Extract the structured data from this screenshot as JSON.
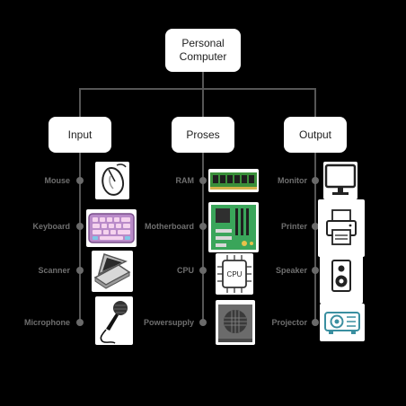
{
  "root": {
    "line1": "Personal",
    "line2": "Computer"
  },
  "categories": [
    {
      "label": "Input",
      "items": [
        {
          "label": "Mouse",
          "icon": "mouse-icon"
        },
        {
          "label": "Keyboard",
          "icon": "keyboard-icon"
        },
        {
          "label": "Scanner",
          "icon": "scanner-icon"
        },
        {
          "label": "Microphone",
          "icon": "microphone-icon"
        }
      ]
    },
    {
      "label": "Proses",
      "items": [
        {
          "label": "RAM",
          "icon": "ram-icon"
        },
        {
          "label": "Motherboard",
          "icon": "motherboard-icon"
        },
        {
          "label": "CPU",
          "icon": "cpu-icon",
          "chip_text": "CPU"
        },
        {
          "label": "Powersupply",
          "icon": "power-supply-icon"
        }
      ]
    },
    {
      "label": "Output",
      "items": [
        {
          "label": "Monitor",
          "icon": "monitor-icon"
        },
        {
          "label": "Printer",
          "icon": "printer-icon"
        },
        {
          "label": "Speaker",
          "icon": "speaker-icon"
        },
        {
          "label": "Projector",
          "icon": "projector-icon"
        }
      ]
    }
  ],
  "colors": {
    "background": "#000000",
    "box": "#ffffff",
    "connector": "#555555"
  }
}
